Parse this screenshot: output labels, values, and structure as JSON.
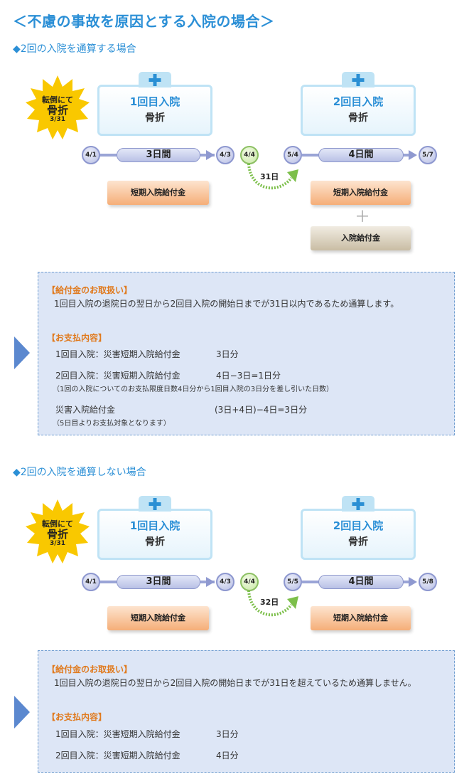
{
  "page_title": "＜不慮の事故を原因とする入院の場合＞",
  "section1": {
    "title": "◆2回の入院を通算する場合",
    "burst": {
      "line1": "転倒にて",
      "line2": "骨折",
      "line3": "3/31"
    },
    "stay1": {
      "label": "1回目入院",
      "cause": "骨折",
      "start": "4/1",
      "duration": "3日間",
      "end": "4/3"
    },
    "gap_day": "4/4",
    "gap": "31日",
    "stay2": {
      "label": "2回目入院",
      "cause": "骨折",
      "start": "5/4",
      "duration": "4日間",
      "end": "5/7"
    },
    "benefit1": "短期入院給付金",
    "benefit2": "短期入院給付金",
    "plus": "＋",
    "benefit3": "入院給付金",
    "info": {
      "heading1": "【給付金のお取扱い】",
      "text1": "1回目入院の退院日の翌日から2回目入院の開始日までが31日以内であるため通算します。",
      "heading2": "【お支払内容】",
      "row1_label": "1回目入院：災害短期入院給付金",
      "row1_value": "3日分",
      "row2_label": "2回目入院：災害短期入院給付金",
      "row2_value": "4日−3日=1日分",
      "row2_note": "（1回の入院についてのお支払限度日数4日分から1回目入院の3日分を差し引いた日数）",
      "row3_label": "災害入院給付金",
      "row3_value": "(3日+4日)−4日=3日分",
      "row3_note": "（5日目よりお支払対象となります）"
    }
  },
  "section2": {
    "title": "◆2回の入院を通算しない場合",
    "burst": {
      "line1": "転倒にて",
      "line2": "骨折",
      "line3": "3/31"
    },
    "stay1": {
      "label": "1回目入院",
      "cause": "骨折",
      "start": "4/1",
      "duration": "3日間",
      "end": "4/3"
    },
    "gap_day": "4/4",
    "gap": "32日",
    "stay2": {
      "label": "2回目入院",
      "cause": "骨折",
      "start": "5/5",
      "duration": "4日間",
      "end": "5/8"
    },
    "benefit1": "短期入院給付金",
    "benefit2": "短期入院給付金",
    "info": {
      "heading1": "【給付金のお取扱い】",
      "text1": "1回目入院の退院日の翌日から2回目入院の開始日までが31日を超えているため通算しません。",
      "heading2": "【お支払内容】",
      "row1_label": "1回目入院：災害短期入院給付金",
      "row1_value": "3日分",
      "row2_label": "2回目入院：災害短期入院給付金",
      "row2_value": "4日分"
    }
  },
  "colors": {
    "accent": "#2b8fd6",
    "heading": "#e07a1e",
    "panel": "#dde6f6",
    "burst": "#f9c800",
    "gap_arrow": "#7cbf4a"
  }
}
